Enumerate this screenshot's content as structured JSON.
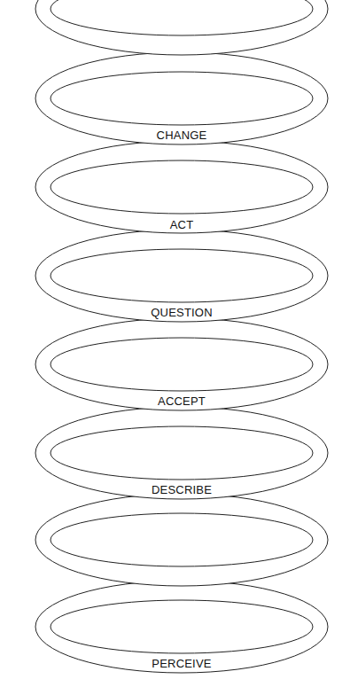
{
  "diagram": {
    "labels": [
      "CHANGE",
      "ACT",
      "QUESTION",
      "ACCEPT",
      "DESCRIBE",
      "PERCEIVE"
    ]
  }
}
